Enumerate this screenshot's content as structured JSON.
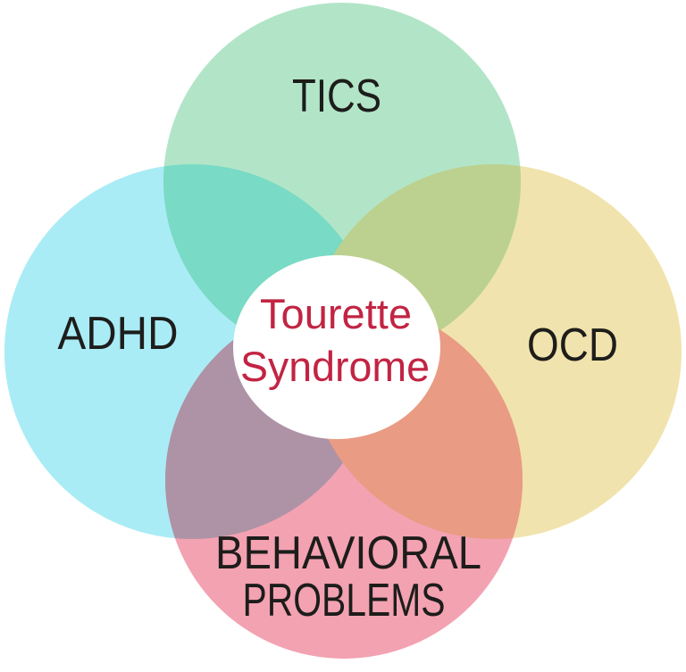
{
  "diagram": {
    "type": "venn",
    "background": "#ffffff",
    "label_color": "#1d1d1b",
    "center": {
      "line1": "Tourette",
      "line2": "Syndrome",
      "text_color": "#c22443",
      "fill": "#ffffff"
    },
    "sets": [
      {
        "id": "tics",
        "label": "TICS",
        "color": "#b2e5c8"
      },
      {
        "id": "adhd",
        "label": "ADHD",
        "color": "#a9ecf5"
      },
      {
        "id": "ocd",
        "label": "OCD",
        "color": "#f1e3ad"
      },
      {
        "id": "behavioral-problems",
        "label_line1": "BEHAVIORAL",
        "label_line2": "PROBLEMS",
        "color": "#f3a2b2"
      }
    ],
    "overlaps": [
      {
        "between": "tics-adhd",
        "color": "#79dac5"
      },
      {
        "between": "tics-ocd",
        "color": "#bcd18f"
      },
      {
        "between": "adhd-behavioral",
        "color": "#ad93a5"
      },
      {
        "between": "ocd-behavioral",
        "color": "#e99b83"
      }
    ]
  }
}
